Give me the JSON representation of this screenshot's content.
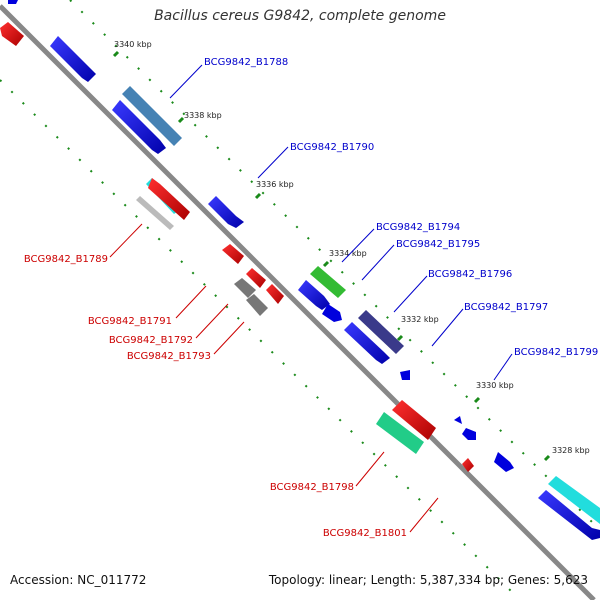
{
  "title": "Bacillus cereus G9842, complete genome",
  "footer": {
    "accession": "Accession: NC_011772",
    "summary": "Topology: linear; Length: 5,387,334 bp; Genes: 5,623"
  },
  "ticks": [
    "3340 kbp",
    "3338 kbp",
    "3336 kbp",
    "3334 kbp",
    "3332 kbp",
    "3330 kbp",
    "3328 kbp"
  ],
  "gene_labels_forward": [
    "BCG9842_B1788",
    "BCG9842_B1790",
    "BCG9842_B1794",
    "BCG9842_B1795",
    "BCG9842_B1796",
    "BCG9842_B1797",
    "BCG9842_B1799"
  ],
  "gene_labels_reverse": [
    "BCG9842_B1789",
    "BCG9842_B1791",
    "BCG9842_B1792",
    "BCG9842_B1793",
    "BCG9842_B1798",
    "BCG9842_B1801"
  ],
  "colors": {
    "backbone": "#888888",
    "forward_gene": "#0000dd",
    "reverse_gene": "#dd0000",
    "forward_label": "#0000cc",
    "reverse_label": "#cc0000",
    "tick_mark": "#1a8a1a"
  }
}
